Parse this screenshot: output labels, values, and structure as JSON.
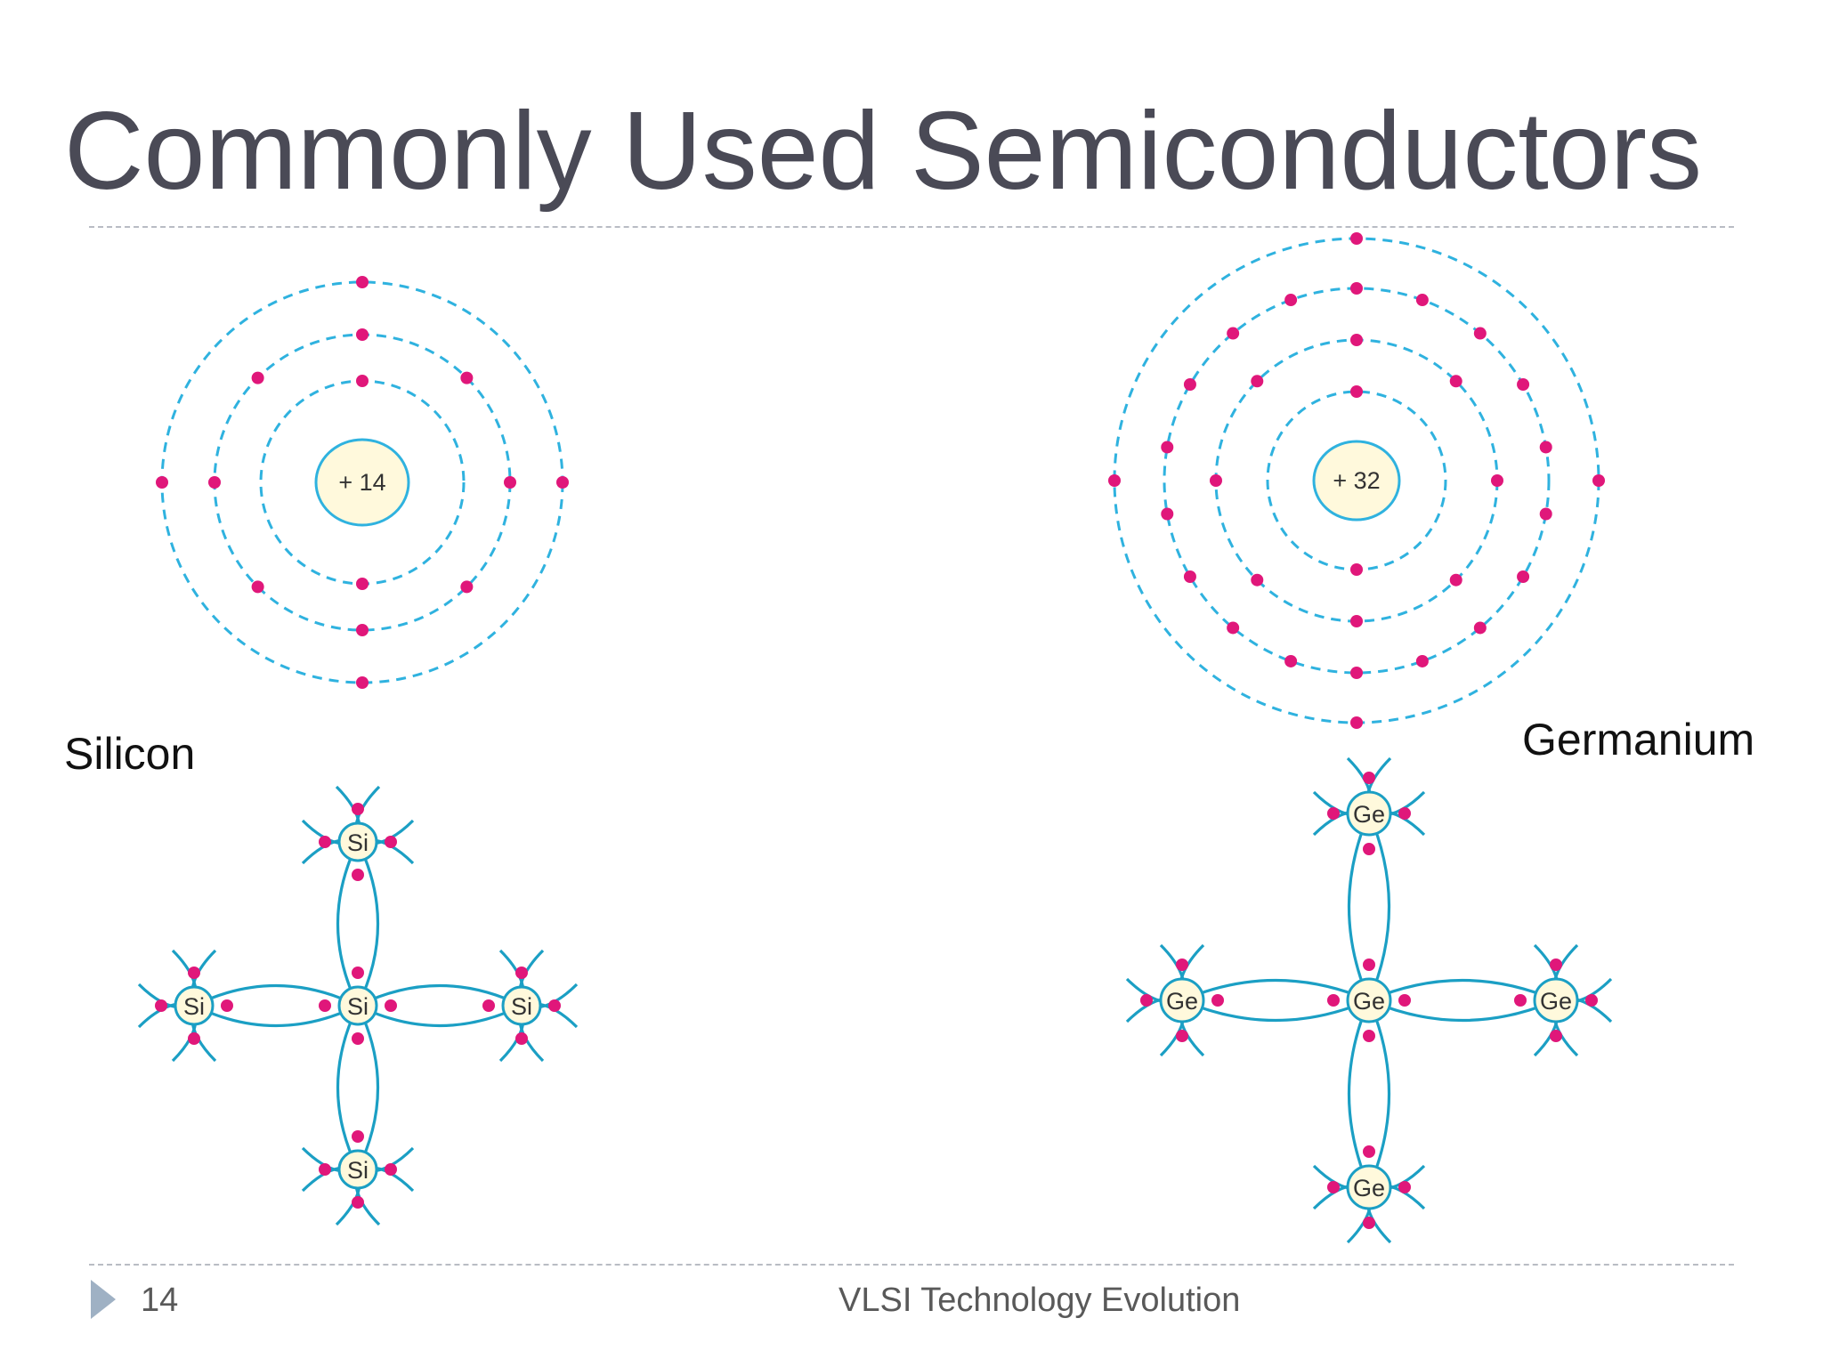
{
  "slide": {
    "title": "Commonly Used Semiconductors",
    "page_number": "14",
    "footer": "VLSI Technology Evolution"
  },
  "silicon": {
    "label": "Silicon",
    "nucleus": "+ 14",
    "shells": [
      2,
      8,
      4
    ],
    "lattice_atom": "Si"
  },
  "germanium": {
    "label": "Germanium",
    "nucleus": "+ 32",
    "shells": [
      2,
      8,
      18,
      4
    ],
    "lattice_atom": "Ge"
  },
  "colors": {
    "orbit": "#2fb2df",
    "electron": "#e0177a",
    "nucleus_fill": "#fff9dc",
    "bond": "#1b9fc4",
    "title": "#4a4a56"
  }
}
